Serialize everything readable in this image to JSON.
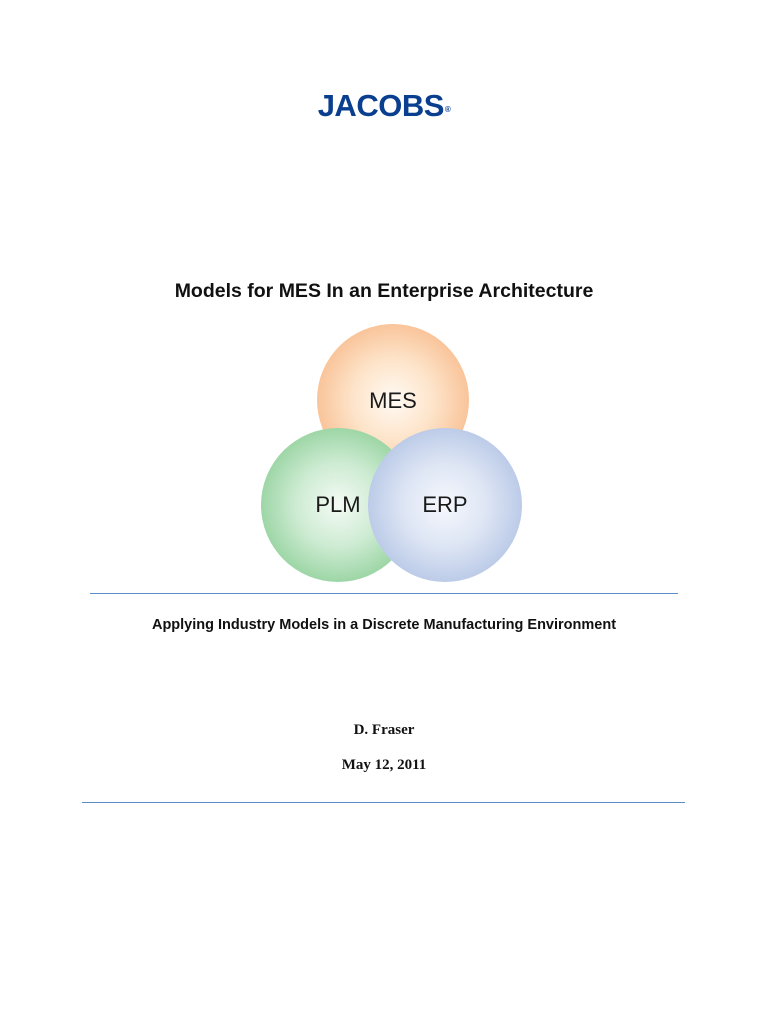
{
  "logo": {
    "text": "JACOBS",
    "mark": "®",
    "color": "#0a3e8f"
  },
  "title": "Models for MES In an Enterprise Architecture",
  "diagram": {
    "circles": [
      {
        "label": "MES",
        "color": "#f9c79a"
      },
      {
        "label": "PLM",
        "color": "#9fd7a7"
      },
      {
        "label": "ERP",
        "color": "#bccbe8"
      }
    ]
  },
  "subtitle": "Applying Industry Models in a Discrete Manufacturing Environment",
  "author": "D. Fraser",
  "date": "May 12, 2011",
  "rule_color": "#5b8dc8"
}
